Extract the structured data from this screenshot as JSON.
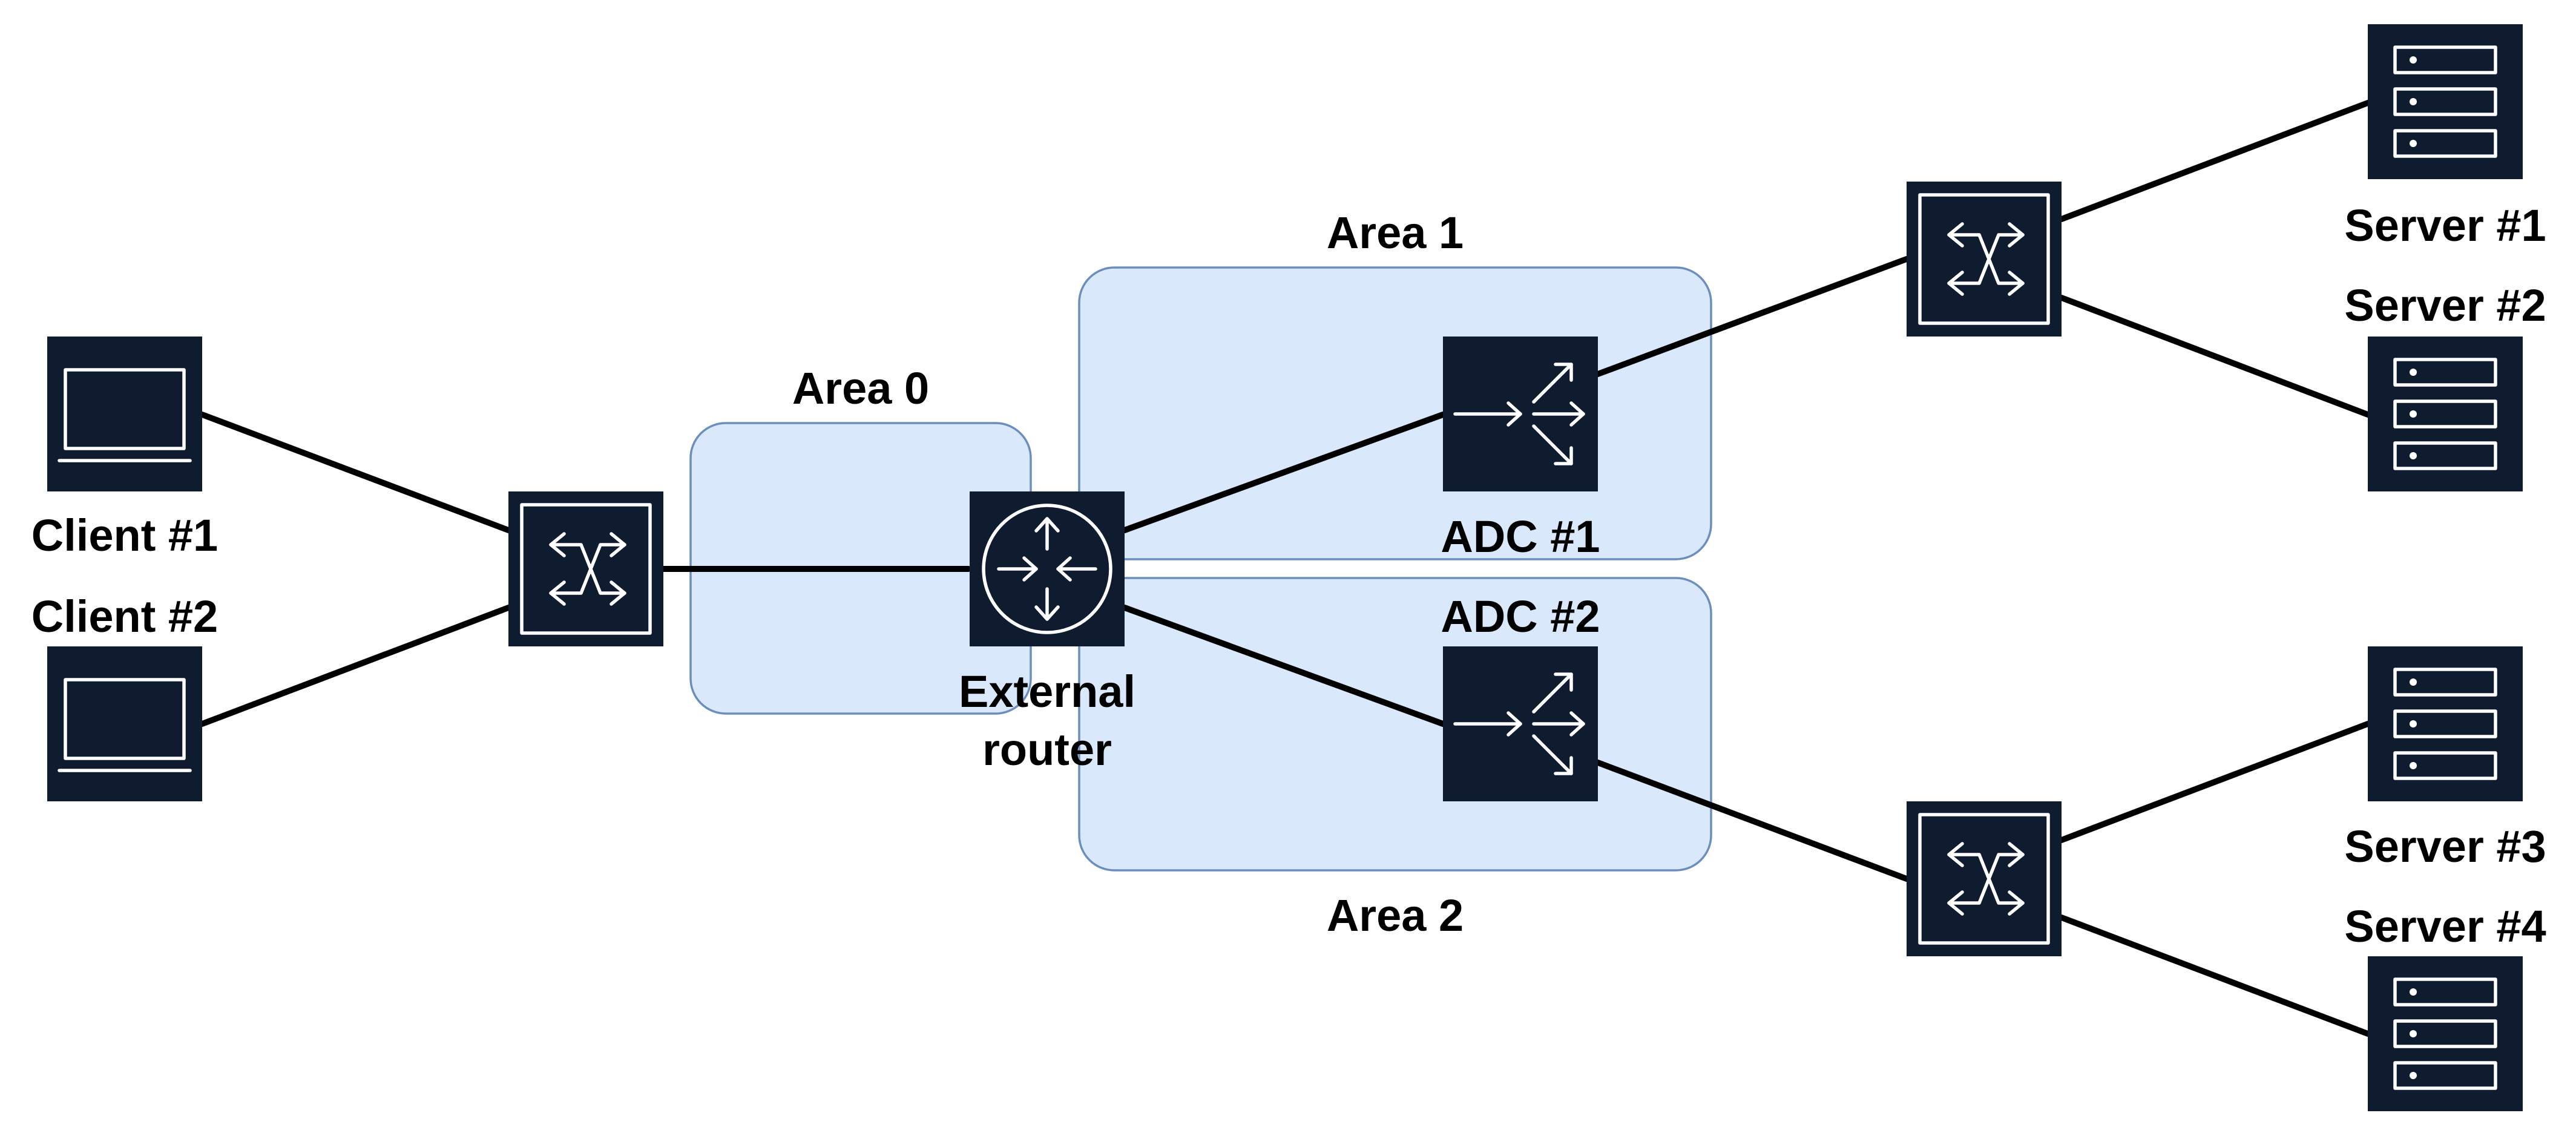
{
  "colors": {
    "device_fill": "#0f1b2e",
    "area_fill": "#dae8fc",
    "area_border": "#6c8ebf",
    "link": "#000000"
  },
  "areas": {
    "area0": "Area 0",
    "area1": "Area 1",
    "area2": "Area 2"
  },
  "clients": {
    "client1": "Client #1",
    "client2": "Client #2"
  },
  "router": {
    "line1": "External",
    "line2": "router"
  },
  "adcs": {
    "adc1": "ADC #1",
    "adc2": "ADC #2"
  },
  "servers": {
    "server1": "Server #1",
    "server2": "Server #2",
    "server3": "Server #3",
    "server4": "Server #4"
  },
  "icons": {
    "client": "laptop-icon",
    "switch": "switch-icon",
    "router": "router-icon",
    "adc": "load-balancer-icon",
    "server": "server-icon"
  }
}
